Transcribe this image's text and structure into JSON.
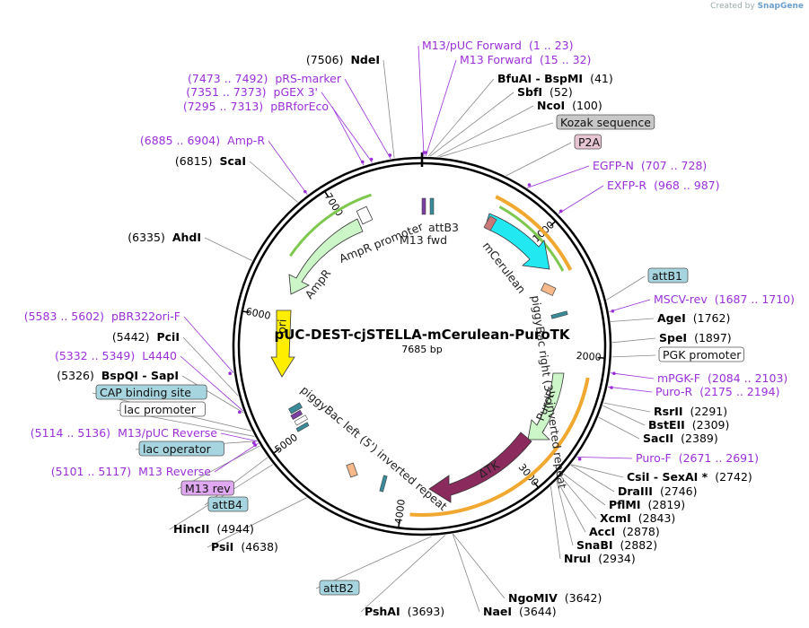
{
  "credit": {
    "prefix": "Created by",
    "brand": "SnapGene"
  },
  "plasmid": {
    "name": "pUC-DEST-cjSTELLA-mCerulean-PuroTK",
    "size": "7685 bp",
    "length": 7685
  },
  "ticks": [
    {
      "pos": 1000,
      "label": "1000"
    },
    {
      "pos": 2000,
      "label": "2000"
    },
    {
      "pos": 3000,
      "label": "3000"
    },
    {
      "pos": 4000,
      "label": "4000"
    },
    {
      "pos": 5000,
      "label": "5000"
    },
    {
      "pos": 6000,
      "label": "6000"
    },
    {
      "pos": 7000,
      "label": "7000"
    }
  ],
  "labels": [
    {
      "id": "m13puc-fwd",
      "type": "primer",
      "name": "M13/pUC Forward",
      "range": "(1 .. 23)",
      "site": 12
    },
    {
      "id": "m13-fwd",
      "type": "primer",
      "name": "M13 Forward",
      "range": "(15 .. 32)",
      "site": 24
    },
    {
      "id": "bfuai",
      "type": "enzyme",
      "name": "BfuAI  -  BspMI",
      "pos": "(41)",
      "site": 41
    },
    {
      "id": "sbfi",
      "type": "enzyme",
      "name": "SbfI",
      "pos": "(52)",
      "site": 52
    },
    {
      "id": "ncoi",
      "type": "enzyme",
      "name": "NcoI",
      "pos": "(100)",
      "site": 100
    },
    {
      "id": "kozak",
      "type": "feature",
      "name": "Kozak sequence",
      "color": "#c8c8c8",
      "site": 115
    },
    {
      "id": "p2a",
      "type": "feature",
      "name": "P2A",
      "color": "#e8c5d2",
      "site": 560
    },
    {
      "id": "egfp-n",
      "type": "primer",
      "name": "EGFP-N",
      "range": "(707 .. 728)",
      "site": 717
    },
    {
      "id": "exfp-r",
      "type": "primer",
      "name": "EXFP-R",
      "range": "(968 .. 987)",
      "site": 977
    },
    {
      "id": "attb1",
      "type": "feature",
      "name": "attB1",
      "color": "#a6d5e0",
      "site": 1620
    },
    {
      "id": "mscv-rev",
      "type": "primer",
      "name": "MSCV-rev",
      "range": "(1687 .. 1710)",
      "site": 1698
    },
    {
      "id": "agei",
      "type": "enzyme",
      "name": "AgeI",
      "pos": "(1762)",
      "site": 1762
    },
    {
      "id": "spei",
      "type": "enzyme",
      "name": "SpeI",
      "pos": "(1897)",
      "site": 1897
    },
    {
      "id": "pgk",
      "type": "feature",
      "name": "PGK promoter",
      "color": "#ffffff",
      "site": 1990
    },
    {
      "id": "mpgk-f",
      "type": "primer",
      "name": "mPGK-F",
      "range": "(2084 .. 2103)",
      "site": 2093
    },
    {
      "id": "puro-r",
      "type": "primer",
      "name": "Puro-R",
      "range": "(2175 .. 2194)",
      "site": 2184
    },
    {
      "id": "rsrii",
      "type": "enzyme",
      "name": "RsrII",
      "pos": "(2291)",
      "site": 2291
    },
    {
      "id": "bsteii",
      "type": "enzyme",
      "name": "BstEII",
      "pos": "(2309)",
      "site": 2309
    },
    {
      "id": "sacii",
      "type": "enzyme",
      "name": "SacII",
      "pos": "(2389)",
      "site": 2389
    },
    {
      "id": "puro-f",
      "type": "primer",
      "name": "Puro-F",
      "range": "(2671 .. 2691)",
      "site": 2681
    },
    {
      "id": "csii",
      "type": "enzyme",
      "name": "CsiI  -  SexAI *",
      "pos": "(2742)",
      "site": 2742
    },
    {
      "id": "draiii",
      "type": "enzyme",
      "name": "DraIII",
      "pos": "(2746)",
      "site": 2746
    },
    {
      "id": "pflmi",
      "type": "enzyme",
      "name": "PflMI",
      "pos": "(2819)",
      "site": 2819
    },
    {
      "id": "xcmi",
      "type": "enzyme",
      "name": "XcmI",
      "pos": "(2843)",
      "site": 2843
    },
    {
      "id": "acci",
      "type": "enzyme",
      "name": "AccI",
      "pos": "(2878)",
      "site": 2878
    },
    {
      "id": "snabi",
      "type": "enzyme",
      "name": "SnaBI",
      "pos": "(2882)",
      "site": 2882
    },
    {
      "id": "nrui",
      "type": "enzyme",
      "name": "NruI",
      "pos": "(2934)",
      "site": 2934
    },
    {
      "id": "ngomiv",
      "type": "enzyme",
      "name": "NgoMIV",
      "pos": "(3642)",
      "site": 3642
    },
    {
      "id": "naei",
      "type": "enzyme",
      "name": "NaeI",
      "pos": "(3644)",
      "site": 3644
    },
    {
      "id": "pshai",
      "type": "enzyme",
      "name": "PshAI",
      "pos": "(3693)",
      "site": 3693
    },
    {
      "id": "attb2",
      "type": "feature",
      "name": "attB2",
      "color": "#a6d5e0",
      "site": 3780
    },
    {
      "id": "psii",
      "type": "enzyme",
      "name": "PsiI",
      "pos": "(4638)",
      "site": 4638
    },
    {
      "id": "hincii",
      "type": "enzyme",
      "name": "HincII",
      "pos": "(4944)",
      "site": 4944
    },
    {
      "id": "attb4",
      "type": "feature",
      "name": "attB4",
      "color": "#a6d5e0",
      "site": 5000
    },
    {
      "id": "m13rev",
      "type": "feature",
      "name": "M13 rev",
      "color": "#e0a8f0",
      "site": 5090
    },
    {
      "id": "m13-reverse",
      "type": "primer",
      "name": "M13 Reverse",
      "range": "(5101 .. 5117)",
      "site": 5109
    },
    {
      "id": "lac-op",
      "type": "feature",
      "name": "lac operator",
      "color": "#a6d5e0",
      "site": 5125
    },
    {
      "id": "m13puc-rev",
      "type": "primer",
      "name": "M13/pUC Reverse",
      "range": "(5114 .. 5136)",
      "site": 5125
    },
    {
      "id": "lac-prom",
      "type": "feature",
      "name": "lac promoter",
      "color": "#ffffff",
      "site": 5160
    },
    {
      "id": "cap",
      "type": "feature",
      "name": "CAP binding site",
      "color": "#a6d5e0",
      "site": 5200
    },
    {
      "id": "bspqi",
      "type": "enzyme",
      "name": "BspQI  -  SapI",
      "pos": "(5326)",
      "site": 5326
    },
    {
      "id": "l4440",
      "type": "primer",
      "name": "L4440",
      "range": "(5332 .. 5349)",
      "site": 5340
    },
    {
      "id": "pcii",
      "type": "enzyme",
      "name": "PciI",
      "pos": "(5442)",
      "site": 5442
    },
    {
      "id": "pbr322ori",
      "type": "primer",
      "name": "pBR322ori-F",
      "range": "(5583 .. 5602)",
      "site": 5592
    },
    {
      "id": "ahdi",
      "type": "enzyme",
      "name": "AhdI",
      "pos": "(6335)",
      "site": 6335
    },
    {
      "id": "scai",
      "type": "enzyme",
      "name": "ScaI",
      "pos": "(6815)",
      "site": 6815
    },
    {
      "id": "amp-r",
      "type": "primer",
      "name": "Amp-R",
      "range": "(6885 .. 6904)",
      "site": 6894
    },
    {
      "id": "pbrforeco",
      "type": "primer",
      "name": "pBRforEco",
      "range": "(7295 .. 7313)",
      "site": 7304
    },
    {
      "id": "pgex3",
      "type": "primer",
      "name": "pGEX 3'",
      "range": "(7351 .. 7373)",
      "site": 7362
    },
    {
      "id": "prs-marker",
      "type": "primer",
      "name": "pRS-marker",
      "range": "(7473 .. 7492)",
      "site": 7482
    },
    {
      "id": "ndei",
      "type": "enzyme",
      "name": "NdeI",
      "pos": "(7506)",
      "site": 7506
    }
  ],
  "features": {
    "mcerulean": {
      "name": "mCerulean",
      "color": "#22e8f2"
    },
    "puror": {
      "name": "PuroR",
      "color": "#ccf5c8"
    },
    "tk": {
      "name": "ΔTK",
      "color": "#8b2a5c"
    },
    "ampr": {
      "name": "AmpR",
      "color": "#ccf5c8"
    },
    "ampr_promoter": {
      "name": "AmpR promoter"
    },
    "ori": {
      "name": "ori",
      "color": "#ffee00"
    },
    "attb3": {
      "name": "attB3"
    },
    "m13fwd": {
      "name": "M13 fwd"
    },
    "pb_right": {
      "name": "piggyBac right (3') inverted repeat"
    },
    "pb_left": {
      "name": "piggyBac left (5') inverted repeat"
    }
  },
  "colors": {
    "enzyme": "#000000",
    "primer": "#9b30d9",
    "orf": "#f0a830",
    "orf_inner": "#7ec850",
    "backbone": "#000000"
  }
}
